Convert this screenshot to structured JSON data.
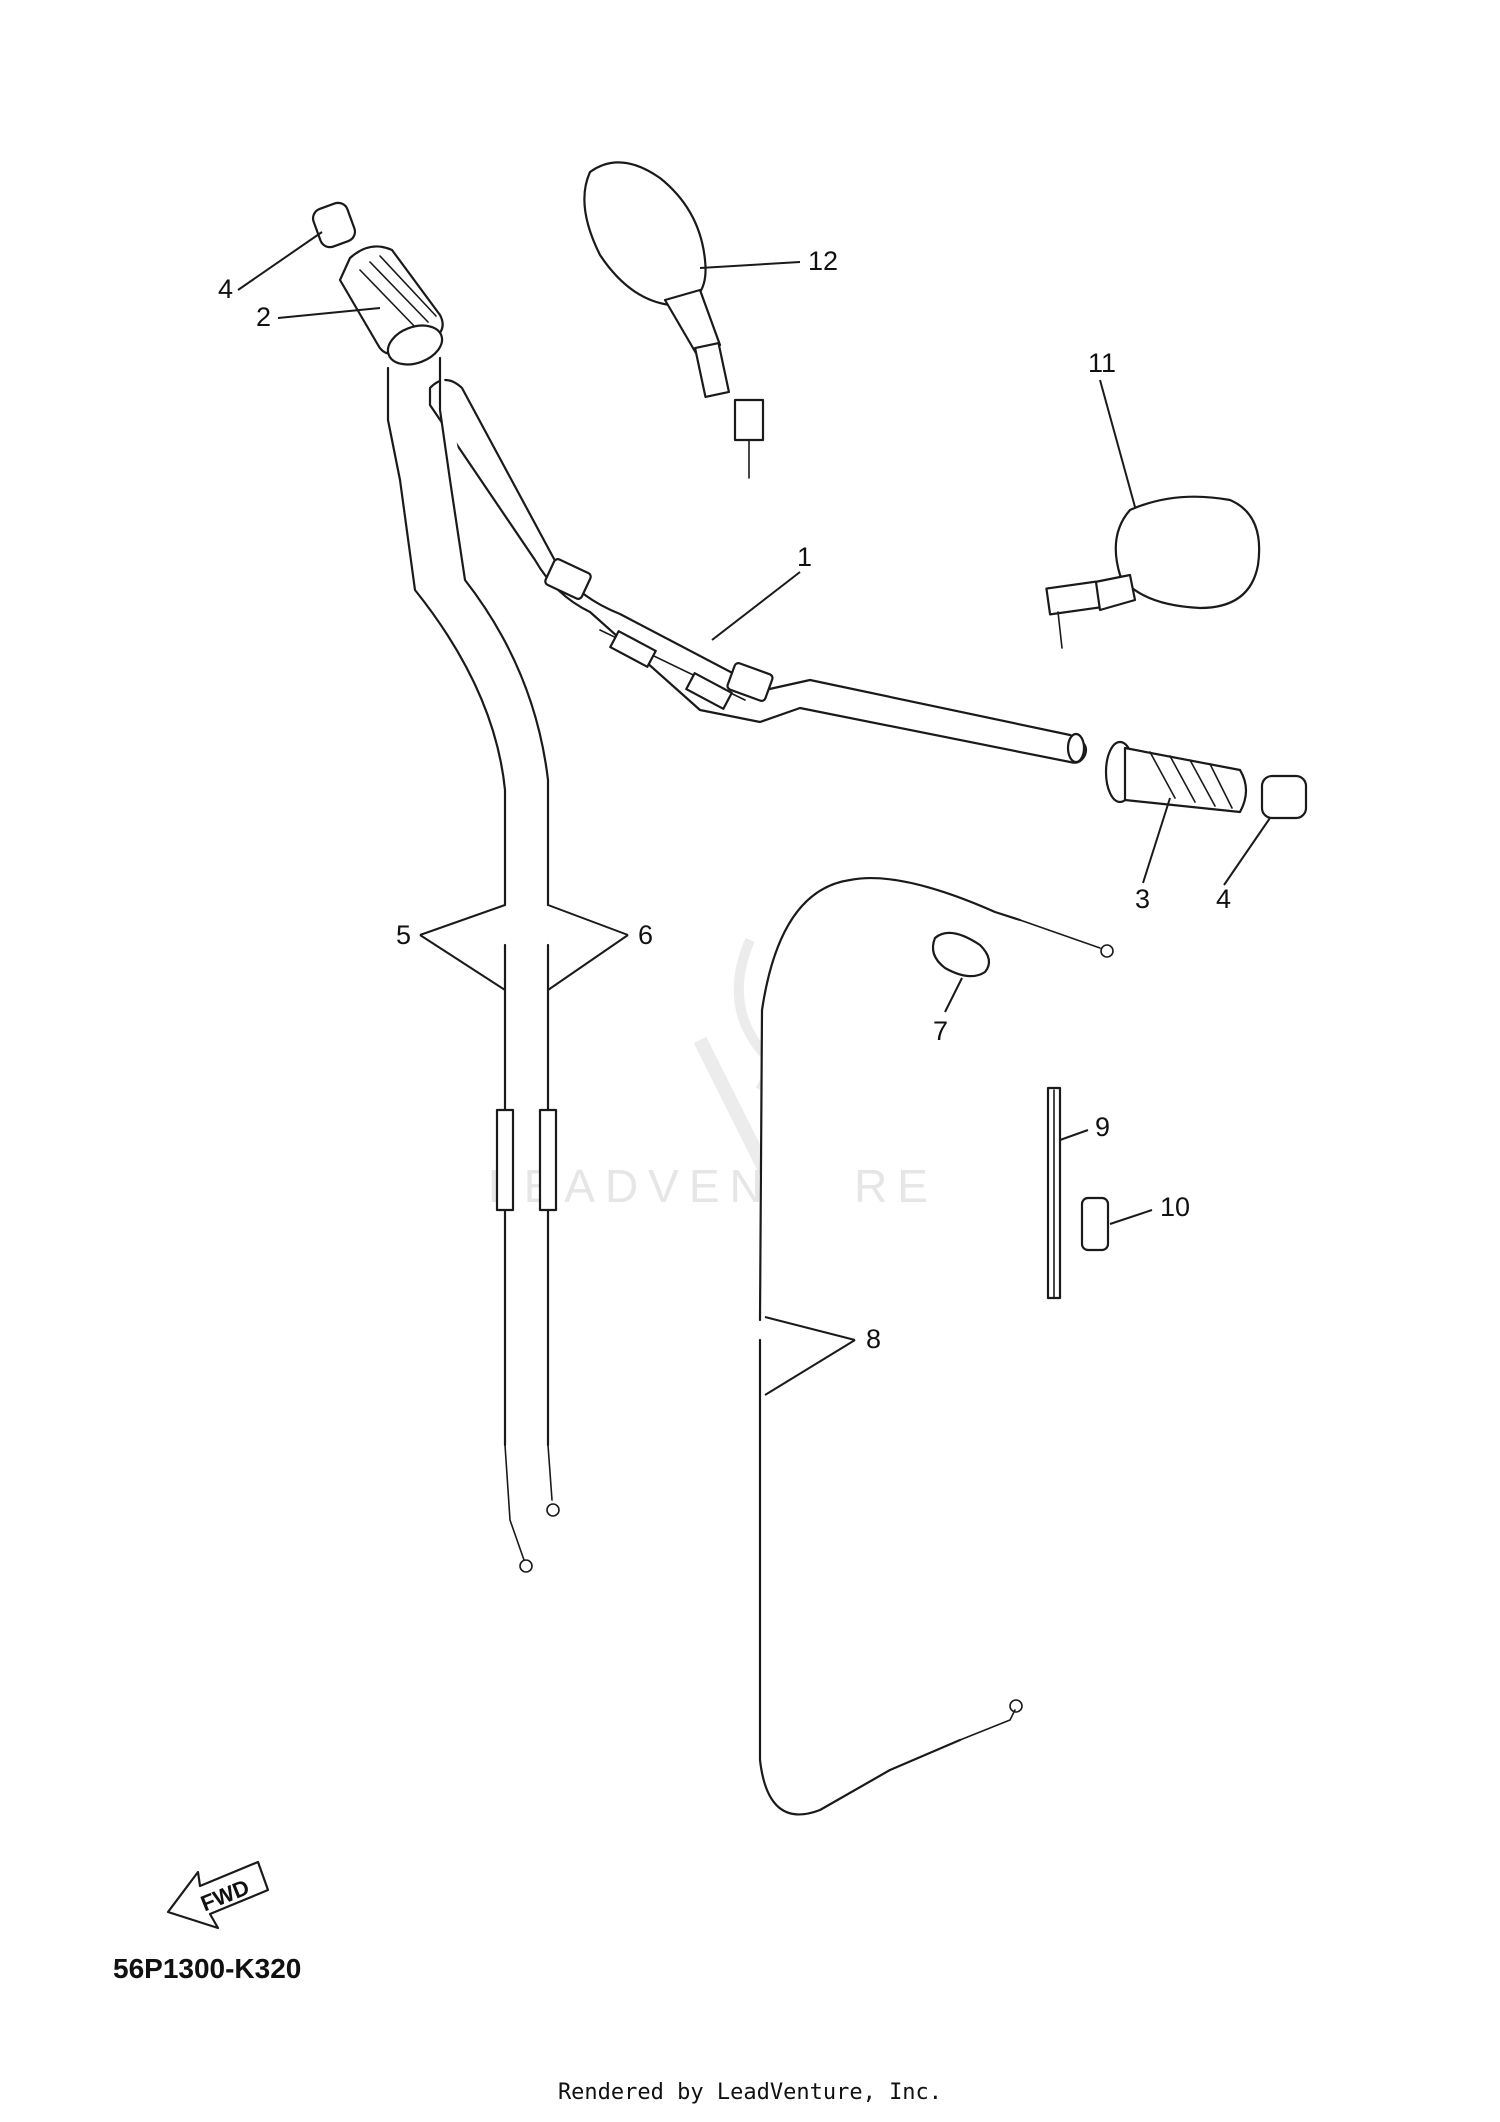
{
  "diagram": {
    "code": "56P1300-K320",
    "credit": "Rendered by LeadVenture, Inc.",
    "watermark": "LEADVENTURE",
    "fwd_label": "FWD",
    "callouts": {
      "c1": "1",
      "c2": "2",
      "c3": "3",
      "c4a": "4",
      "c4b": "4",
      "c5": "5",
      "c6": "6",
      "c7": "7",
      "c8": "8",
      "c9": "9",
      "c10": "10",
      "c11": "11",
      "c12": "12"
    }
  }
}
